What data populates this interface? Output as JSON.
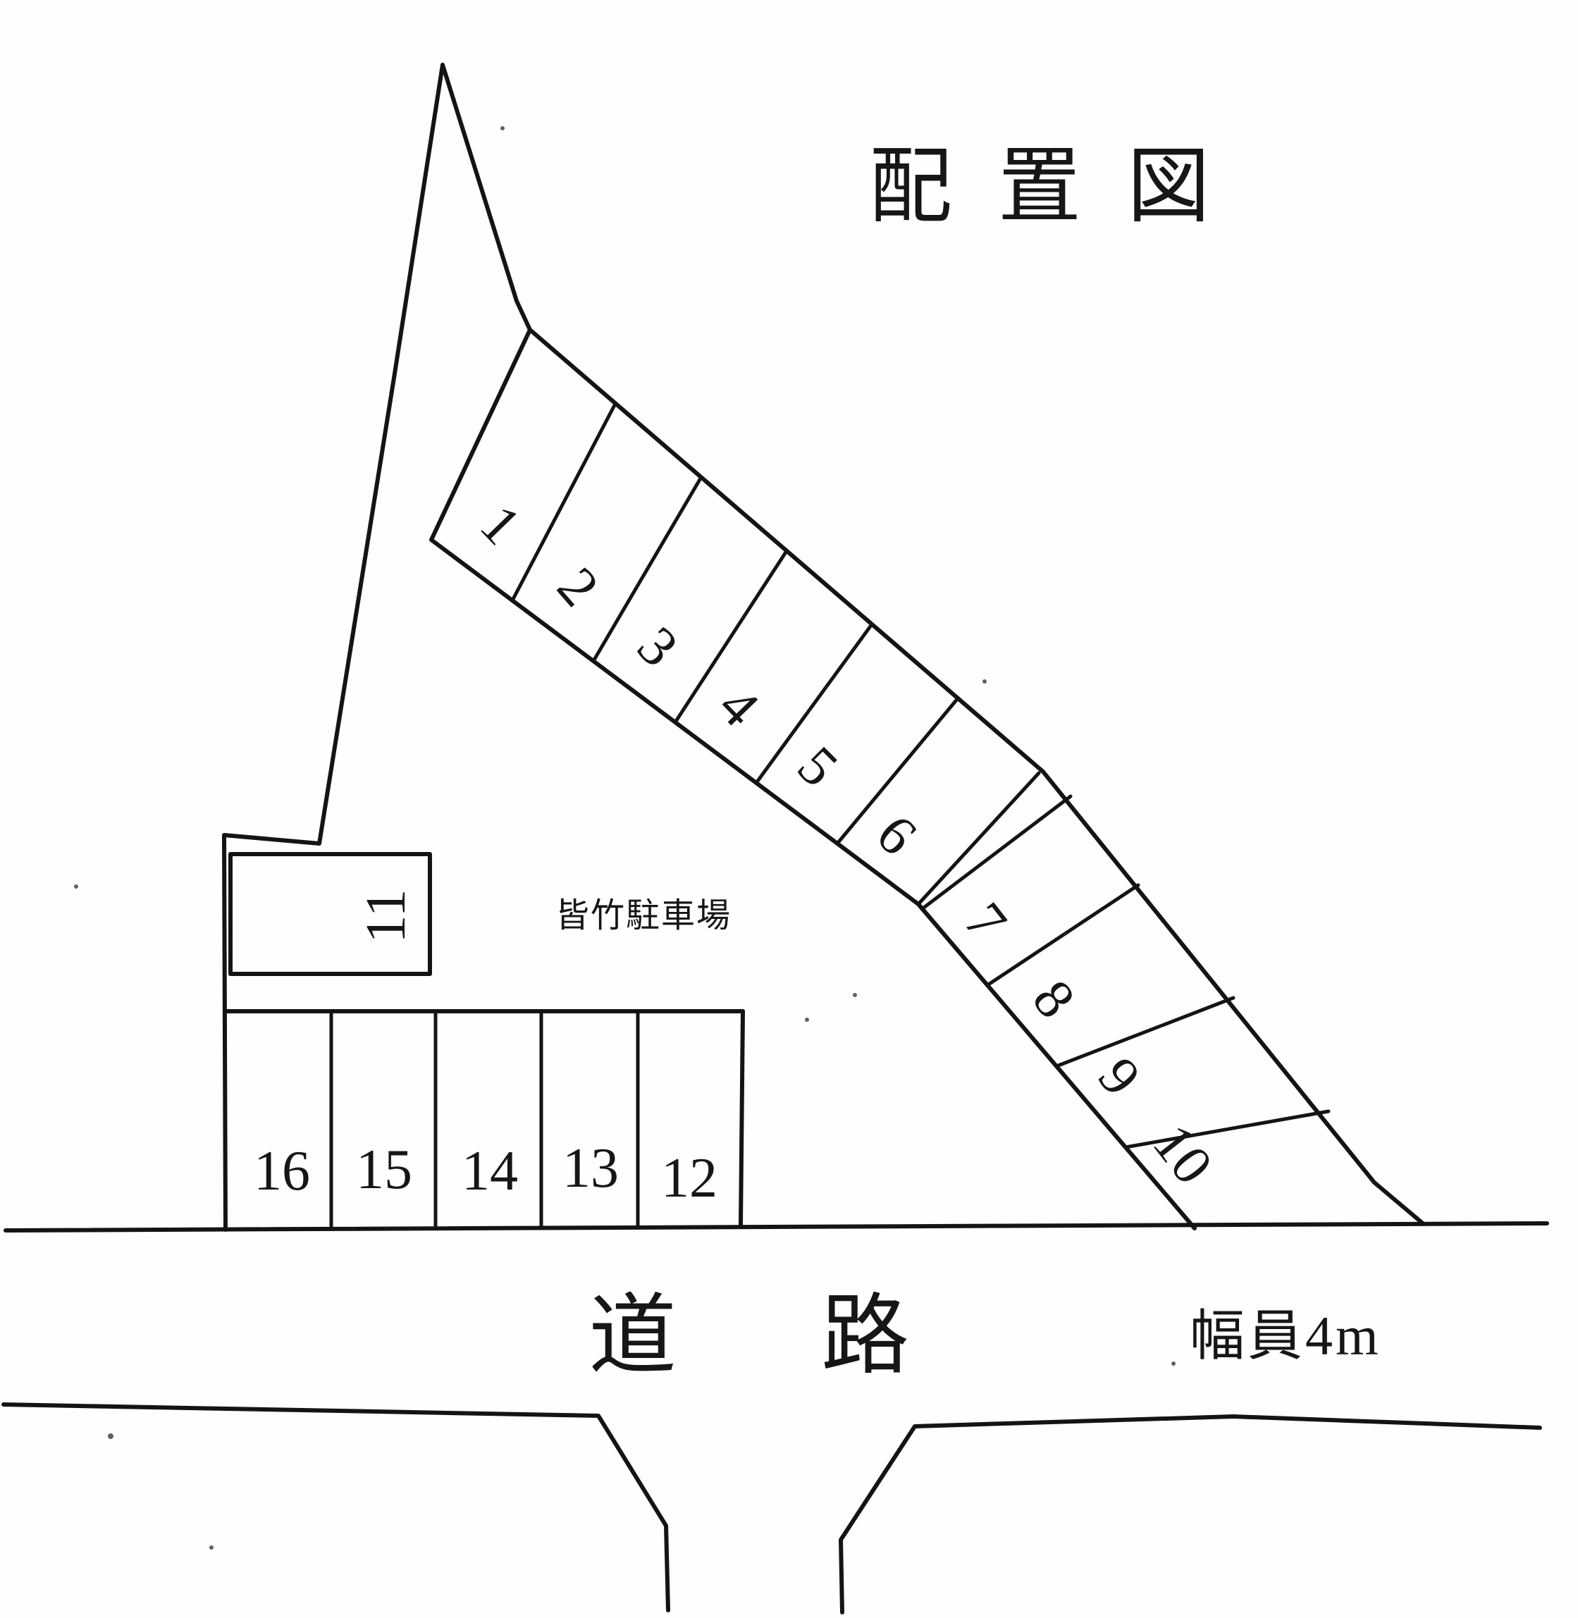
{
  "title": "配置図",
  "site": {
    "name": "皆竹駐車場"
  },
  "road": {
    "label": "道路",
    "width_label": "幅員4m"
  },
  "spaces": [
    {
      "label": "1"
    },
    {
      "label": "2"
    },
    {
      "label": "3"
    },
    {
      "label": "4"
    },
    {
      "label": "5"
    },
    {
      "label": "6"
    },
    {
      "label": "7"
    },
    {
      "label": "8"
    },
    {
      "label": "9"
    },
    {
      "label": "10"
    },
    {
      "label": "11"
    },
    {
      "label": "12"
    },
    {
      "label": "13"
    },
    {
      "label": "14"
    },
    {
      "label": "15"
    },
    {
      "label": "16"
    }
  ],
  "colors": {
    "ink": "#141414",
    "paper": "#fefefe"
  }
}
